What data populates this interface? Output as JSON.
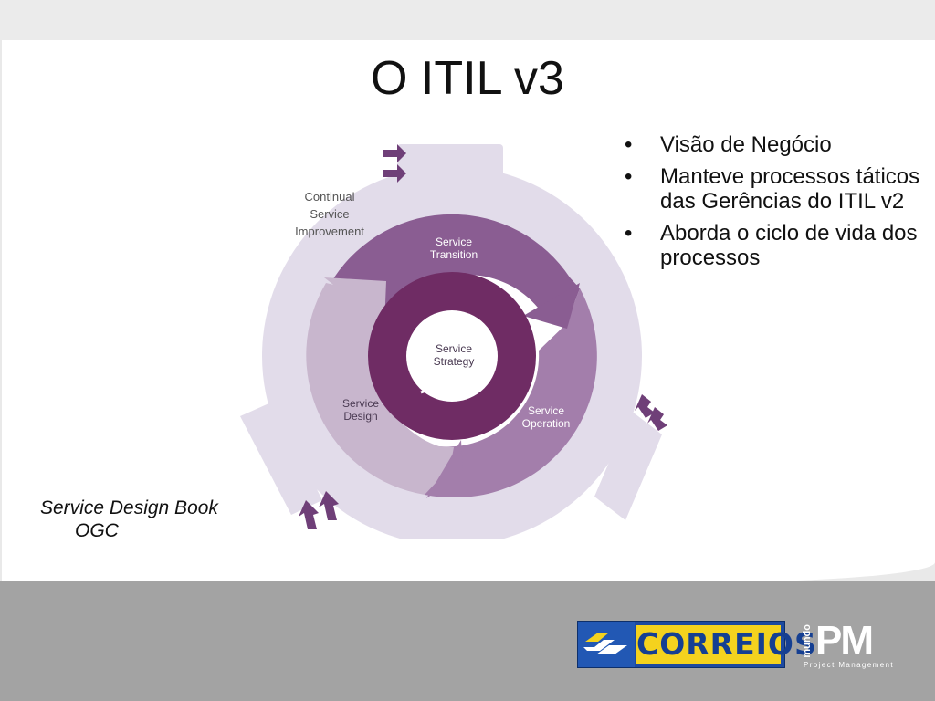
{
  "slide": {
    "title": "O ITIL v3",
    "bullets": [
      "Visão de Negócio",
      "Manteve processos táticos das Gerências do ITIL v2",
      "Aborda o ciclo de vida dos processos"
    ],
    "bullet_symbol": "•",
    "caption": {
      "line1": "Service Design Book",
      "line2": "OGC"
    }
  },
  "diagram": {
    "outer": {
      "line1": "Continual",
      "line2": "Service",
      "line3": "Improvement"
    },
    "transition": {
      "line1": "Service",
      "line2": "Transition"
    },
    "operation": {
      "line1": "Service",
      "line2": "Operation"
    },
    "design": {
      "line1": "Service",
      "line2": "Design"
    },
    "strategy": {
      "line1": "Service",
      "line2": "Strategy"
    },
    "colors": {
      "outer_ring": "#e2dcea",
      "transition": "#8a5d92",
      "operation": "#a37eab",
      "design": "#c8b6cd",
      "strategy": "#6f2c64",
      "arrow": "#6f3f78"
    }
  },
  "footer": {
    "correios_logo": "CORREIOS",
    "mpm_logo": {
      "mundo": "mundo",
      "pm": "PM",
      "sub": "Project Management"
    }
  }
}
